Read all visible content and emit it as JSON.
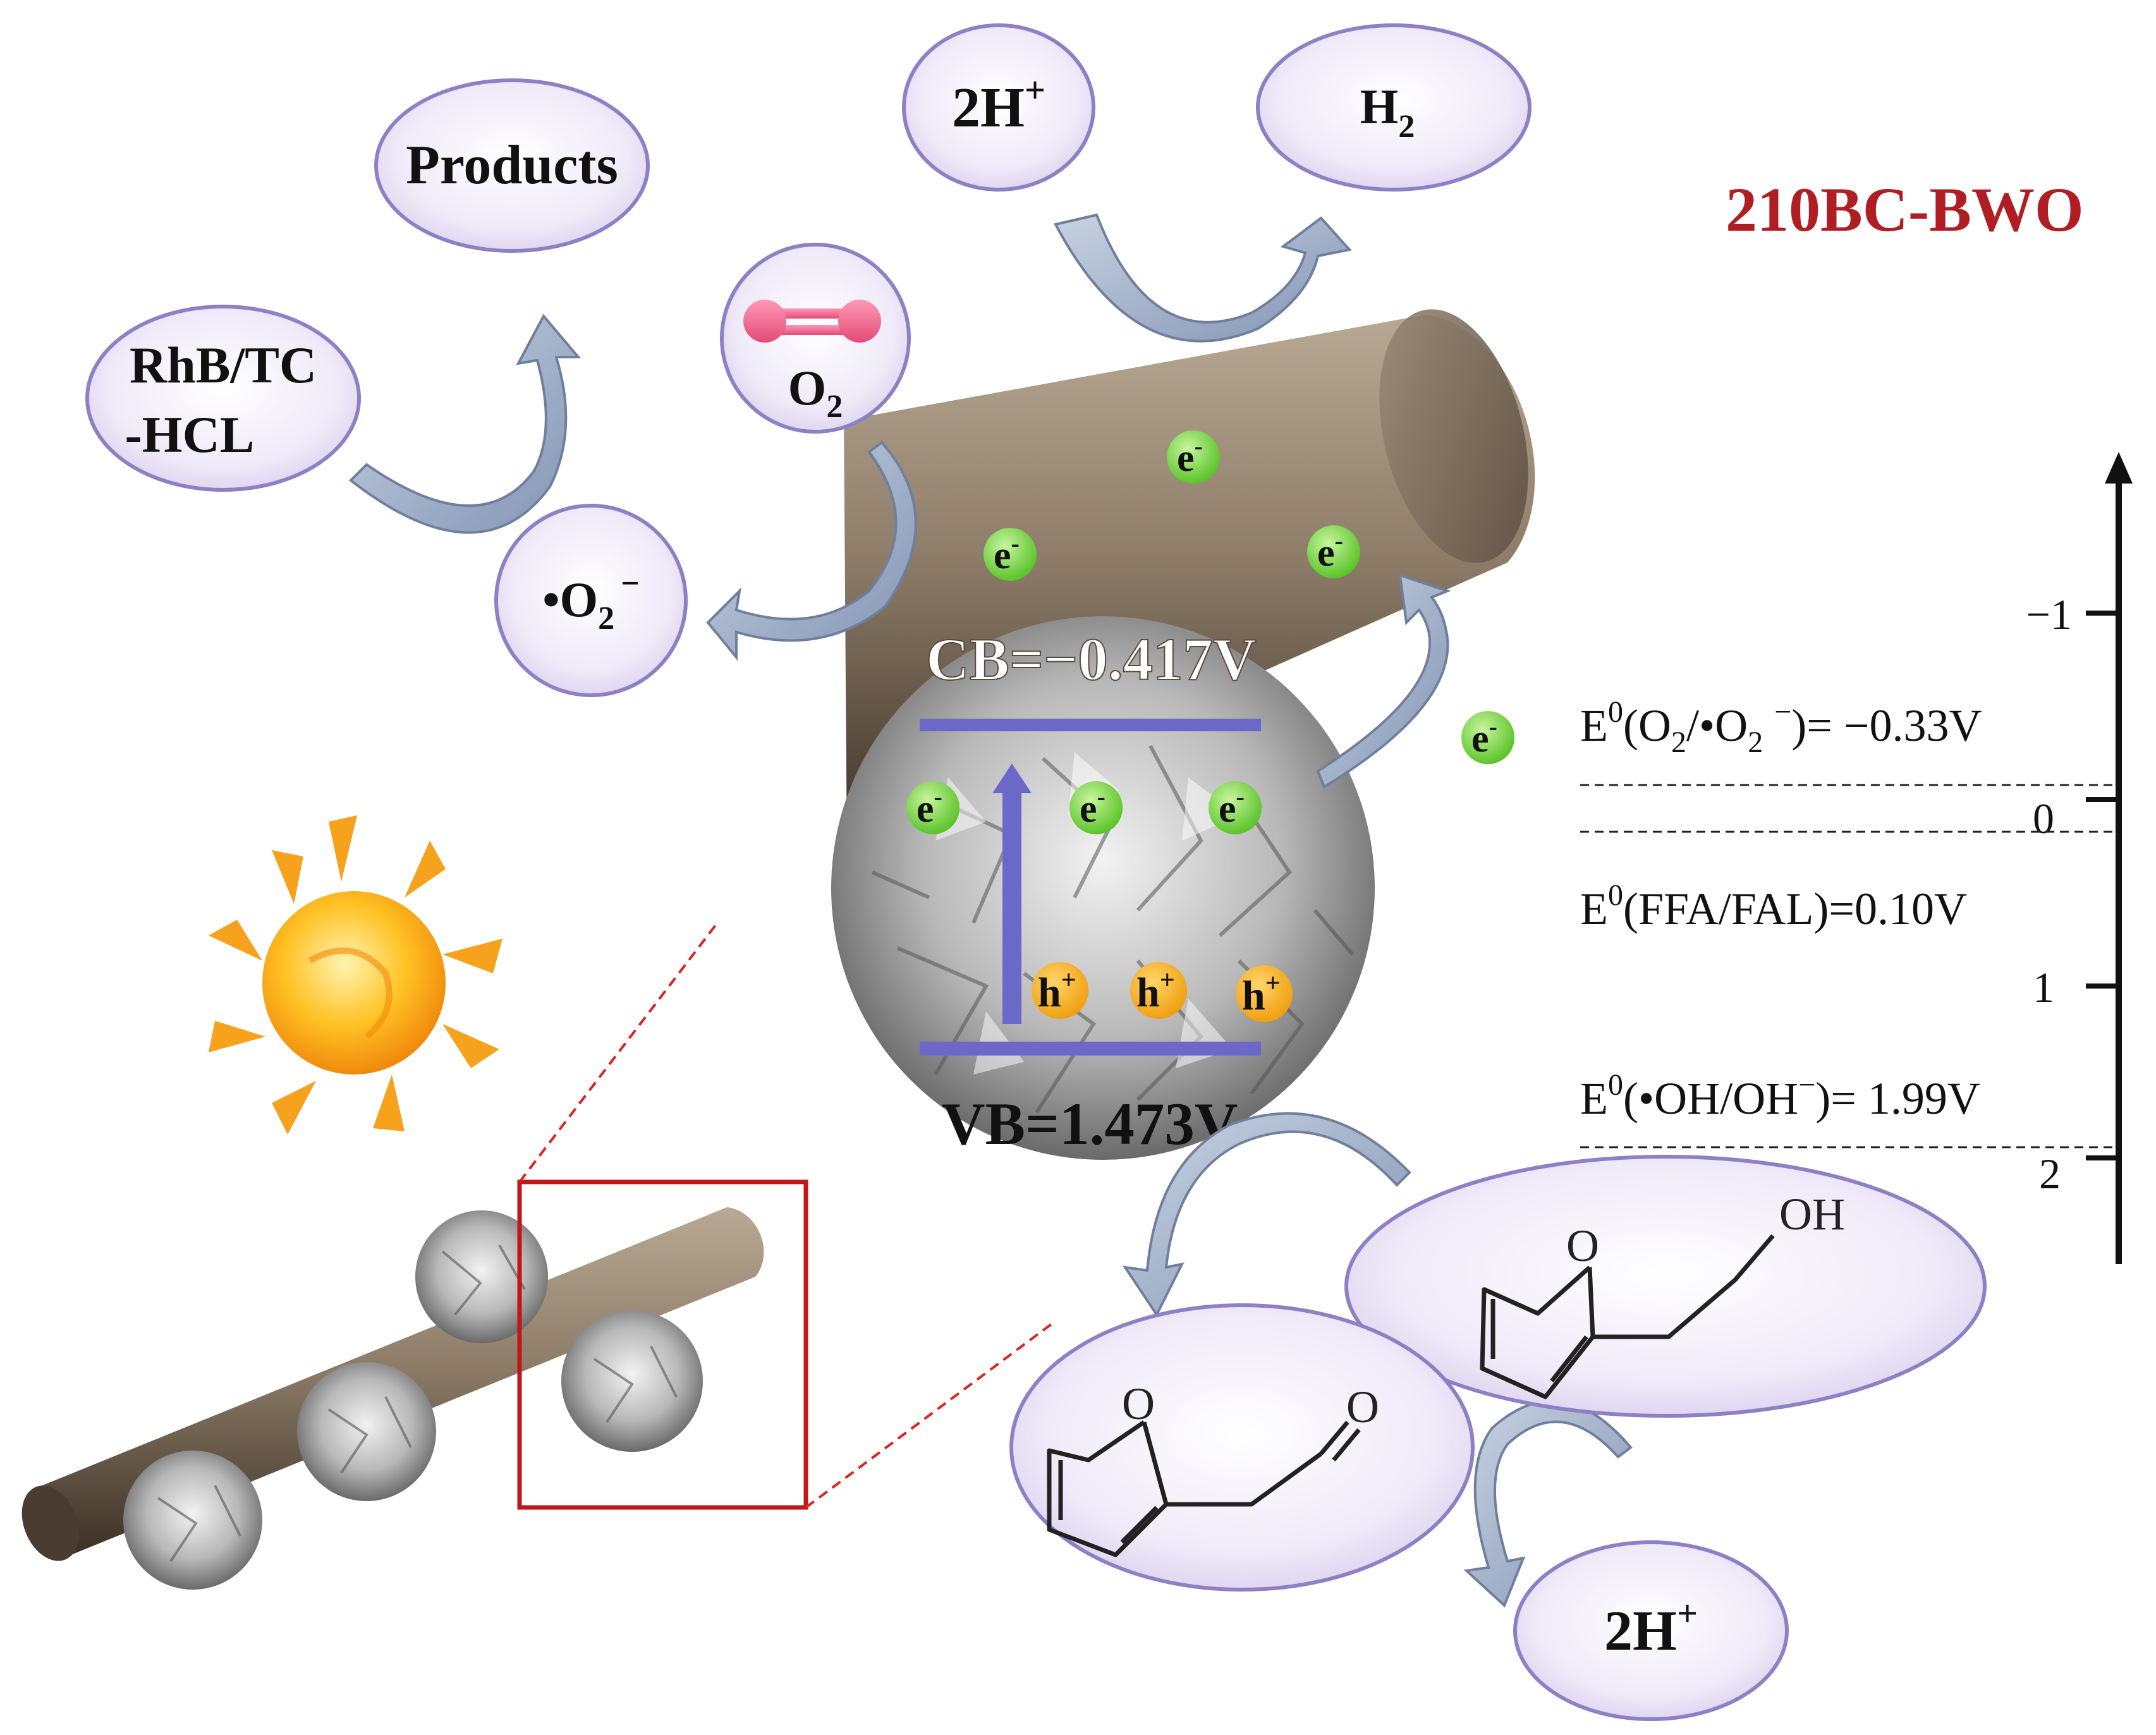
{
  "title": "210BC-BWO",
  "colors": {
    "title": "#b01e23",
    "band_line": "#6b68c8",
    "electron": "#72d23c",
    "hole": "#f2a81d",
    "ellipse_fill": "#ebe6f6",
    "ellipse_stroke": "#8d81c6",
    "fiber": "#8a7a67",
    "frame_red": "#c01818",
    "arrow_fill": "#9eafc9"
  },
  "species": {
    "products": "Products",
    "rhb": "RhB/TC",
    "hcl": "-HCL",
    "o2": "O",
    "o2_sub": "2",
    "superoxide": "•O",
    "superoxide_sub": "2",
    "superoxide_charge": "−",
    "proton_top": "2H",
    "proton_top_sup": "+",
    "h2": "H",
    "h2_sub": "2",
    "proton_bottom": "2H",
    "proton_bottom_sup": "+"
  },
  "bands": {
    "cb": "CB=−0.417V",
    "vb": "VB=1.473V"
  },
  "carriers": {
    "electron": "e",
    "electron_sup": "-",
    "hole": "h",
    "hole_sup": "+"
  },
  "molecules": {
    "ffa_o": "O",
    "ffa_oh": "OH",
    "fal_ring_o": "O",
    "fal_carbonyl_o": "O"
  },
  "potential_scale": {
    "tick_labels": [
      "−1",
      "0",
      "1",
      "2"
    ],
    "potentials": [
      {
        "pre": "E",
        "sup": "0",
        "text": "(O",
        "sub1": "2",
        "text2": "/•O",
        "sub2": "2",
        "text3": " ",
        "sup2": "−",
        "text4": ")= −0.33V"
      },
      {
        "label": "E0(FFA/FAL)=0.10V",
        "pre": "E",
        "sup": "0",
        "rest": "(FFA/FAL)=0.10V"
      },
      {
        "label": "E0(•OH/OH−)= 1.99V",
        "pre": "E",
        "sup": "0",
        "rest": "(•OH/OH",
        "sup2": "−",
        "rest2": ")= 1.99V"
      }
    ]
  }
}
